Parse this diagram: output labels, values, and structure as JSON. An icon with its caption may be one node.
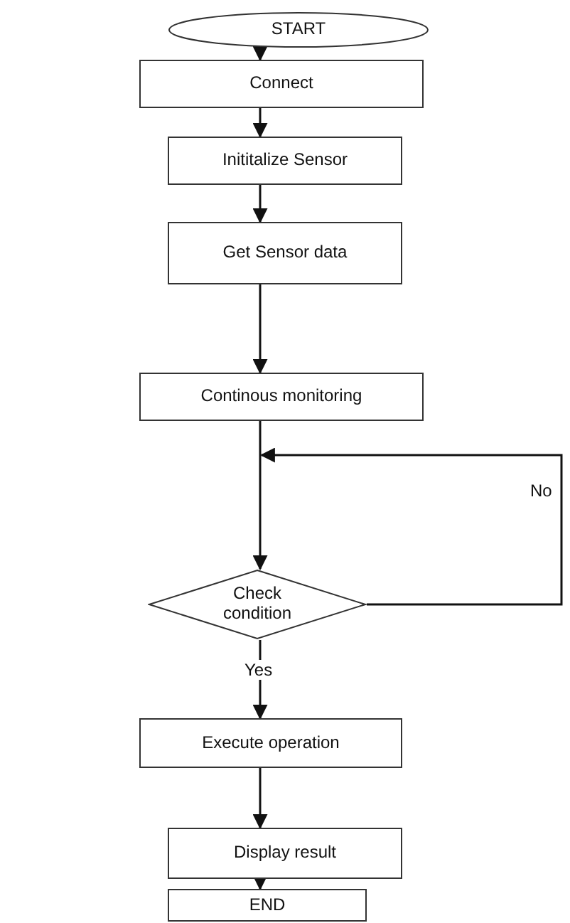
{
  "diagram": {
    "nodes": [
      {
        "text": [
          "START"
        ]
      },
      {
        "text": [
          "Connect"
        ]
      },
      {
        "text": [
          "Inititalize Sensor"
        ]
      },
      {
        "text": [
          "Get Sensor data"
        ]
      },
      {
        "text": [
          "Continous monitoring"
        ]
      },
      {
        "text": [
          "Check condition"
        ]
      },
      {
        "text": [
          "Execute operation"
        ]
      },
      {
        "text": [
          "Display result"
        ]
      },
      {
        "text": [
          "END"
        ]
      }
    ],
    "edges": [
      {
        "from": 0,
        "to": 1,
        "arrow": "to"
      },
      {
        "from": 1,
        "to": 2,
        "arrow": "to"
      },
      {
        "from": 2,
        "to": 3,
        "arrow": "to"
      },
      {
        "from": 3,
        "to": 4,
        "arrow": "to"
      },
      {
        "from": 4,
        "to": 5,
        "arrow": "to"
      },
      {
        "from": 5,
        "to": 4,
        "arrow": "to",
        "label": "No"
      },
      {
        "from": 5,
        "to": 6,
        "arrow": "to",
        "label": "Yes"
      },
      {
        "from": 6,
        "to": 7,
        "arrow": "to"
      },
      {
        "from": 7,
        "to": 8,
        "arrow": "to"
      }
    ]
  }
}
